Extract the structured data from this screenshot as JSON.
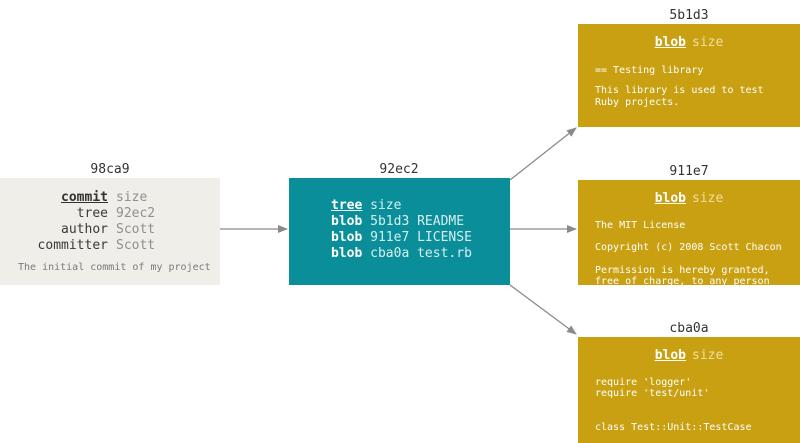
{
  "commit": {
    "hash": "98ca9",
    "header_key": "commit",
    "header_val": "size",
    "rows": [
      {
        "key": "tree",
        "value": "92ec2"
      },
      {
        "key": "author",
        "value": "Scott"
      },
      {
        "key": "committer",
        "value": "Scott"
      }
    ],
    "message": "The initial commit of my project"
  },
  "tree": {
    "hash": "92ec2",
    "header_key": "tree",
    "header_val": "size",
    "entries": [
      {
        "type": "blob",
        "hash": "5b1d3",
        "name": "README"
      },
      {
        "type": "blob",
        "hash": "911e7",
        "name": "LICENSE"
      },
      {
        "type": "blob",
        "hash": "cba0a",
        "name": "test.rb"
      }
    ]
  },
  "blobs": [
    {
      "hash": "5b1d3",
      "header_key": "blob",
      "header_val": "size",
      "lines": [
        "== Testing library",
        "",
        "This library is used to test",
        "Ruby projects."
      ]
    },
    {
      "hash": "911e7",
      "header_key": "blob",
      "header_val": "size",
      "lines": [
        "The MIT License",
        "",
        "Copyright (c) 2008 Scott Chacon",
        "",
        "Permission is hereby granted,",
        "free of charge, to any person"
      ]
    },
    {
      "hash": "cba0a",
      "header_key": "blob",
      "header_val": "size",
      "lines": [
        "require 'logger'",
        "require 'test/unit'",
        "",
        "class Test::Unit::TestCase"
      ]
    }
  ],
  "colors": {
    "commit": "#efeee8",
    "tree": "#0a8f9a",
    "blob": "#c9a012",
    "arrow": "#8a8a8a"
  }
}
